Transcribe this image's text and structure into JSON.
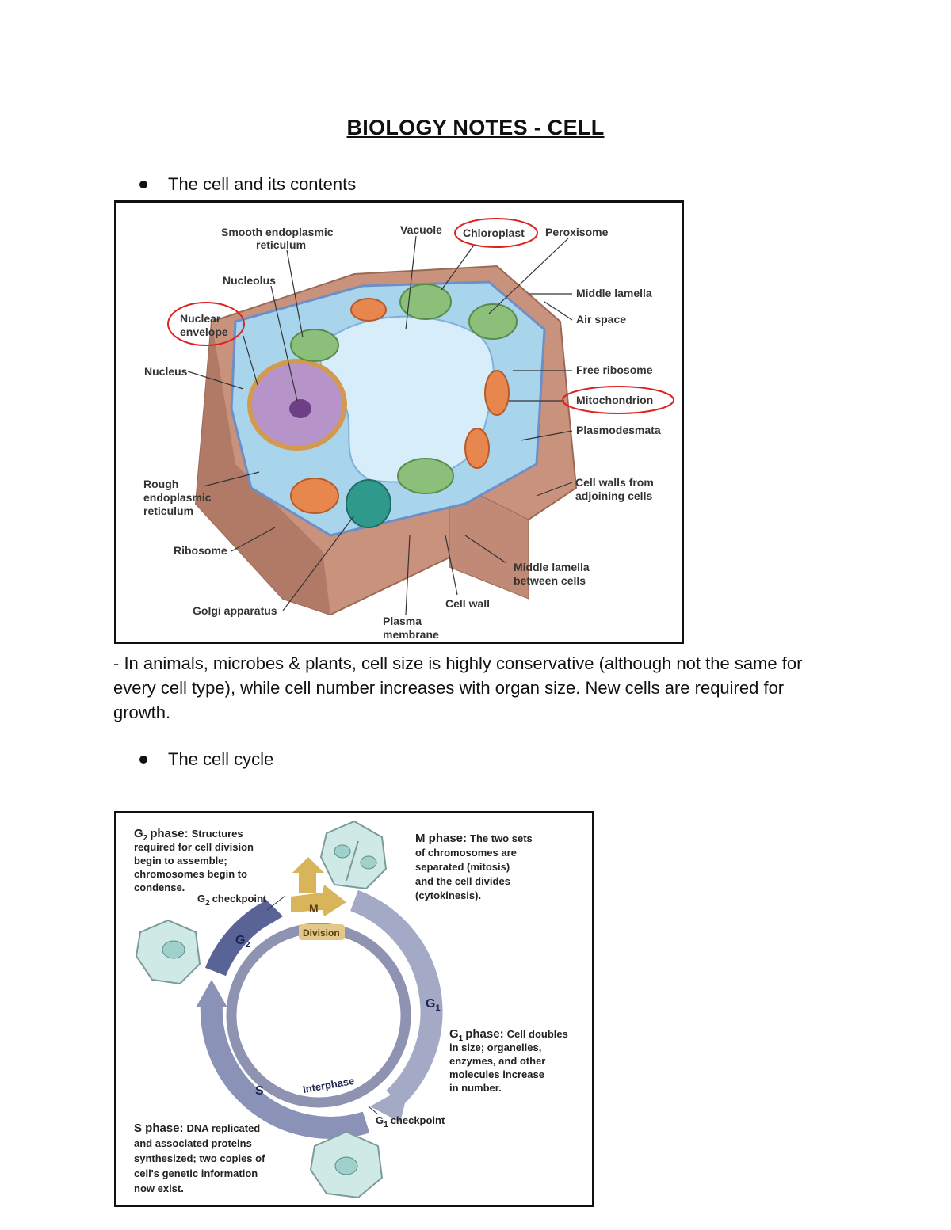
{
  "title": "BIOLOGY NOTES - CELL",
  "bullets": {
    "first": "The cell and its contents",
    "second": "The cell cycle"
  },
  "paragraph": "- In animals, microbes & plants, cell size is highly conservative (although not the same for every cell type), while cell number increases with organ size. New cells are required for growth.",
  "cell_diagram": {
    "labels": {
      "smooth_er_1": "Smooth endoplasmic",
      "smooth_er_2": "reticulum",
      "vacuole": "Vacuole",
      "chloroplast": "Chloroplast",
      "peroxisome": "Peroxisome",
      "nucleolus": "Nucleolus",
      "middle_lamella": "Middle lamella",
      "air_space": "Air space",
      "nuclear_1": "Nuclear",
      "nuclear_2": "envelope",
      "nucleus": "Nucleus",
      "free_ribosome": "Free ribosome",
      "mitochondrion": "Mitochondrion",
      "plasmodesmata": "Plasmodesmata",
      "rough_er_1": "Rough",
      "rough_er_2": "endoplasmic",
      "rough_er_3": "reticulum",
      "cell_walls_1": "Cell walls from",
      "cell_walls_2": "adjoining cells",
      "ribosome": "Ribosome",
      "middle_lamella_cells_1": "Middle lamella",
      "middle_lamella_cells_2": "between cells",
      "golgi": "Golgi apparatus",
      "cell_wall": "Cell wall",
      "plasma_1": "Plasma",
      "plasma_2": "membrane"
    }
  },
  "cycle_diagram": {
    "g2_phase": {
      "head": "phase:",
      "l1": "Structures",
      "l2": "required for cell division",
      "l3": "begin to assemble;",
      "l4": "chromosomes begin to",
      "l5": "condense."
    },
    "m_phase": {
      "head": "M phase:",
      "l1": "The two sets",
      "l2": "of chromosomes are",
      "l3": "separated (mitosis)",
      "l4": "and the cell divides",
      "l5": "(cytokinesis)."
    },
    "g1_phase": {
      "head": "phase:",
      "l1": "Cell doubles",
      "l2": "in size; organelles,",
      "l3": "enzymes, and other",
      "l4": "molecules increase",
      "l5": "in number."
    },
    "s_phase": {
      "head": "S phase:",
      "l1": "DNA replicated",
      "l2": "and associated proteins",
      "l3": "synthesized; two copies of",
      "l4": "cell's genetic information",
      "l5": "now exist."
    },
    "g2_checkpoint": "checkpoint",
    "g1_checkpoint": "checkpoint",
    "m_label": "M",
    "division": "Division",
    "interphase": "Interphase",
    "g": "G",
    "sub1": "1",
    "sub2": "2",
    "s_label": "S",
    "colors": {
      "ring": "#8d93b0",
      "g2_arrow": "#5a6396",
      "s_arrow": "#8b92b8",
      "g1_arrow": "#a4a9c6",
      "m_arrow": "#d8b45a"
    }
  }
}
